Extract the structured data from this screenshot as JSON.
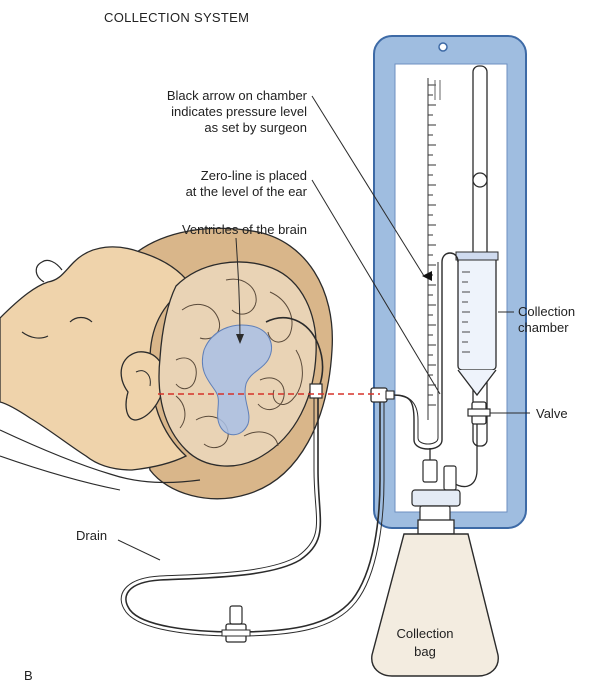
{
  "title": "COLLECTION SYSTEM",
  "panel_letter": "B",
  "labels": {
    "black_arrow_line1": "Black arrow on chamber",
    "black_arrow_line2": "indicates pressure level",
    "black_arrow_line3": "as set by surgeon",
    "zero_line1": "Zero-line is placed",
    "zero_line2": "at the level of the ear",
    "ventricles": "Ventricles of the brain",
    "collection_chamber_line1": "Collection",
    "collection_chamber_line2": "chamber",
    "valve": "Valve",
    "drain": "Drain",
    "collection_bag_line1": "Collection",
    "collection_bag_line2": "bag"
  },
  "colors": {
    "panel_blue": "#9fbde0",
    "panel_border": "#3d6aa6",
    "skin": "#e8c89a",
    "hair": "#d9b68a",
    "brain": "#e9d3b5",
    "ventricle": "#a9bfe6",
    "zero_line": "#d6322a",
    "outline": "#2b2b2b",
    "bag": "#f3ece0"
  }
}
